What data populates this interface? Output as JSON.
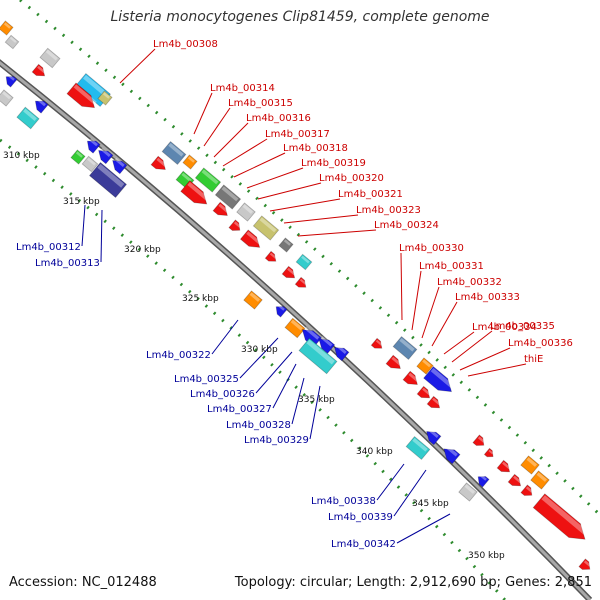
{
  "title": "Listeria monocytogenes Clip81459, complete genome",
  "footer": {
    "accession": "Accession: NC_012488",
    "topology": "Topology: circular; Length: 2,912,690 bp; Genes: 2,851"
  },
  "colors": {
    "backbone": "#8c8c8c",
    "tick": "#2e8b2e",
    "label_forward": "#cc0000",
    "label_reverse": "#000099",
    "gene_red": "#ee1111",
    "gene_blue": "#1a1ae6",
    "gene_cyan": "#33cccc",
    "gene_skyblue": "#22bbee",
    "gene_orange": "#ff8c00",
    "gene_green": "#33cc33",
    "gene_gray": "#777777",
    "gene_silver": "#c8c8c8",
    "gene_steel": "#5d86b0",
    "gene_khaki": "#c7c26e",
    "gene_navy": "#3b3b99"
  },
  "ticks": [
    "310 kbp",
    "315 kbp",
    "320 kbp",
    "325 kbp",
    "330 kbp",
    "335 kbp",
    "340 kbp",
    "345 kbp",
    "350 kbp"
  ],
  "forward_labels": [
    "Lm4b_00308",
    "Lm4b_00314",
    "Lm4b_00315",
    "Lm4b_00316",
    "Lm4b_00317",
    "Lm4b_00318",
    "Lm4b_00319",
    "Lm4b_00320",
    "Lm4b_00321",
    "Lm4b_00323",
    "Lm4b_00324",
    "Lm4b_00330",
    "Lm4b_00331",
    "Lm4b_00332",
    "Lm4b_00333",
    "Lm4b_00334",
    "Lm4b_00335",
    "Lm4b_00336",
    "thiE"
  ],
  "reverse_labels": [
    "Lm4b_00312",
    "Lm4b_00313",
    "Lm4b_00322",
    "Lm4b_00325",
    "Lm4b_00326",
    "Lm4b_00327",
    "Lm4b_00328",
    "Lm4b_00329",
    "Lm4b_00338",
    "Lm4b_00339",
    "Lm4b_00342"
  ]
}
